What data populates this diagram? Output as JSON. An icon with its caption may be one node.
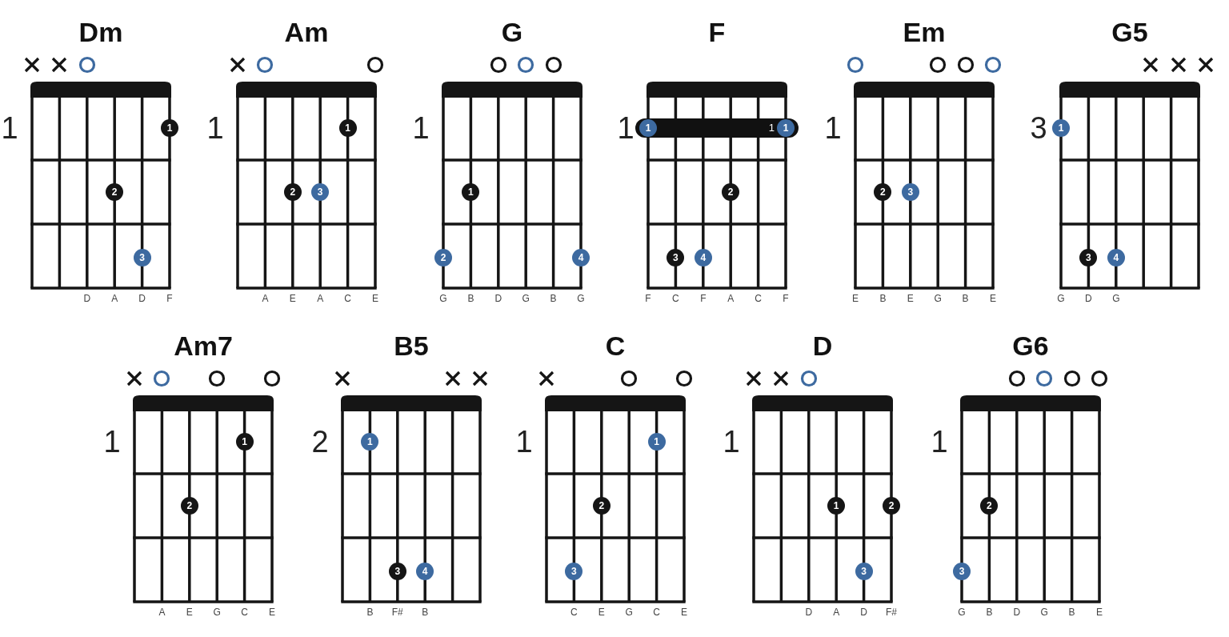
{
  "diagram": {
    "nodes": [
      {
        "text": [
          "Dm"
        ],
        "beside": [
          "1",
          "D",
          "A",
          "D",
          "F"
        ]
      },
      {
        "text": [
          "1"
        ],
        "in": 0
      },
      {
        "text": [
          "2"
        ],
        "in": 0
      },
      {
        "text": [
          "3"
        ],
        "in": 0
      },
      {
        "text": [
          "Am"
        ],
        "beside": [
          "1",
          "A",
          "E",
          "A",
          "C",
          "E"
        ]
      },
      {
        "text": [
          "1"
        ],
        "in": 4
      },
      {
        "text": [
          "2"
        ],
        "in": 4
      },
      {
        "text": [
          "3"
        ],
        "in": 4
      },
      {
        "text": [
          "G"
        ],
        "beside": [
          "1",
          "G",
          "B",
          "D",
          "G",
          "B",
          "G"
        ]
      },
      {
        "text": [
          "1"
        ],
        "in": 8
      },
      {
        "text": [
          "2"
        ],
        "in": 8
      },
      {
        "text": [
          "4"
        ],
        "in": 8
      },
      {
        "text": [
          "F"
        ],
        "beside": [
          "1",
          "F",
          "C",
          "F",
          "A",
          "C",
          "F"
        ]
      },
      {
        "text": [
          "1"
        ],
        "in": 12
      },
      {
        "text": [
          "1"
        ],
        "in": 13
      },
      {
        "text": [
          "1"
        ],
        "in": 13
      },
      {
        "text": [
          "2"
        ],
        "in": 12
      },
      {
        "text": [
          "3"
        ],
        "in": 12
      },
      {
        "text": [
          "4"
        ],
        "in": 12
      },
      {
        "text": [
          "Em"
        ],
        "beside": [
          "1",
          "E",
          "B",
          "E",
          "G",
          "B",
          "E"
        ]
      },
      {
        "text": [
          "2"
        ],
        "in": 19
      },
      {
        "text": [
          "3"
        ],
        "in": 19
      },
      {
        "text": [
          "G5"
        ],
        "beside": [
          "3",
          "G",
          "D",
          "G"
        ]
      },
      {
        "text": [
          "1"
        ],
        "in": 22
      },
      {
        "text": [
          "3"
        ],
        "in": 22
      },
      {
        "text": [
          "4"
        ],
        "in": 22
      },
      {
        "text": [
          "Am7"
        ],
        "beside": [
          "1",
          "A",
          "E",
          "G",
          "C",
          "E"
        ]
      },
      {
        "text": [
          "1"
        ],
        "in": 26
      },
      {
        "text": [
          "2"
        ],
        "in": 26
      },
      {
        "text": [
          "B5"
        ],
        "beside": [
          "2",
          "B",
          "F#",
          "B"
        ]
      },
      {
        "text": [
          "1"
        ],
        "in": 29
      },
      {
        "text": [
          "3"
        ],
        "in": 29
      },
      {
        "text": [
          "4"
        ],
        "in": 29
      },
      {
        "text": [
          "C"
        ],
        "beside": [
          "1",
          "C",
          "E",
          "G",
          "C",
          "E"
        ]
      },
      {
        "text": [
          "1"
        ],
        "in": 33
      },
      {
        "text": [
          "2"
        ],
        "in": 33
      },
      {
        "text": [
          "3"
        ],
        "in": 33
      },
      {
        "text": [
          "D"
        ],
        "beside": [
          "1",
          "D",
          "A",
          "D",
          "F#"
        ]
      },
      {
        "text": [
          "1"
        ],
        "in": 37
      },
      {
        "text": [
          "2"
        ],
        "in": 37
      },
      {
        "text": [
          "3"
        ],
        "in": 37
      },
      {
        "text": [
          "G6"
        ],
        "beside": [
          "1",
          "G",
          "B",
          "D",
          "G",
          "B",
          "E"
        ]
      },
      {
        "text": [
          "2"
        ],
        "in": 41
      },
      {
        "text": [
          "3"
        ],
        "in": 41
      }
    ]
  }
}
